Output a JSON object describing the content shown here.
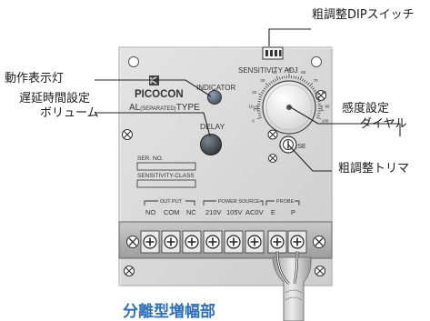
{
  "callouts": {
    "dip_switch": "粗調整DIPスイッチ",
    "indicator_lamp": "動作表示灯",
    "delay_volume_line1": "遅延時間設定",
    "delay_volume_line2": "ボリューム",
    "sensitivity_dial_line1": "感度設定",
    "sensitivity_dial_line2": "ダイヤル",
    "coarse_trimmer": "粗調整トリマ"
  },
  "panel": {
    "brand": "PICOCON",
    "type_prefix": "AL",
    "type_sub": "(SEPARATED)",
    "type_suffix": "TYPE",
    "indicator": "INDICATOR",
    "delay": "DELAY",
    "sensitivity_adj": "SENSITIVITY ADJ",
    "dial_h": "H",
    "dial_l": "L",
    "dial_scale": [
      "0",
      "10",
      "20",
      "30",
      "40",
      "50",
      "60",
      "70",
      "80",
      "90",
      "100"
    ],
    "coarse": "COARSE",
    "ser_no": "SER. NO.",
    "sensitivity_class": "SENSITIVITY-CLASS",
    "group_output": "OUT PUT",
    "group_power": "POWER SOURCE",
    "group_probe": "PROBE",
    "terminals": [
      "NO",
      "COM",
      "NC",
      "210V",
      "105V",
      "AC0V",
      "E",
      "P"
    ]
  },
  "caption": "分離型増幅部",
  "colors": {
    "panel": "#d8d8d8",
    "panel_edge": "#bdbdbd",
    "caption": "#2f6fb7",
    "lamp": "#5b6f7f",
    "knob": "#3a3f44"
  }
}
